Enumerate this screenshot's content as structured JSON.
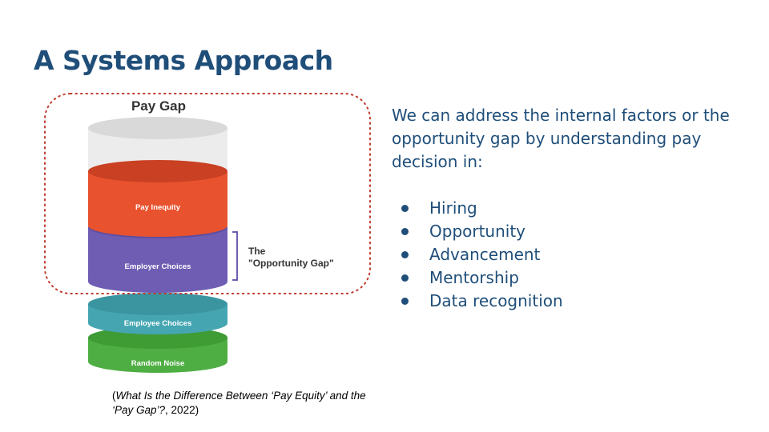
{
  "slide": {
    "title": "A Systems Approach",
    "description": "We can address the internal factors or the opportunity gap by understanding pay decision in:",
    "bullets": [
      "Hiring",
      "Opportunity",
      "Advancement",
      "Mentorship",
      "Data recognition"
    ]
  },
  "figure": {
    "title": "Pay Gap",
    "layers": [
      {
        "label": "Pay Inequity",
        "color": "#e8522e"
      },
      {
        "label": "Employer Choices",
        "color": "#6f5db3"
      },
      {
        "label": "Employee Choices",
        "color": "#45a6b2"
      },
      {
        "label": "Random Noise",
        "color": "#4fae43"
      }
    ],
    "bracket_label_line1": "The",
    "bracket_label_line2": "\"Opportunity Gap\"",
    "highlight_color": "#c0392b"
  },
  "citation": {
    "open": "(",
    "title": "What Is the Difference Between ‘Pay Equity’ and the ‘Pay Gap’?",
    "rest": ", 2022)"
  }
}
